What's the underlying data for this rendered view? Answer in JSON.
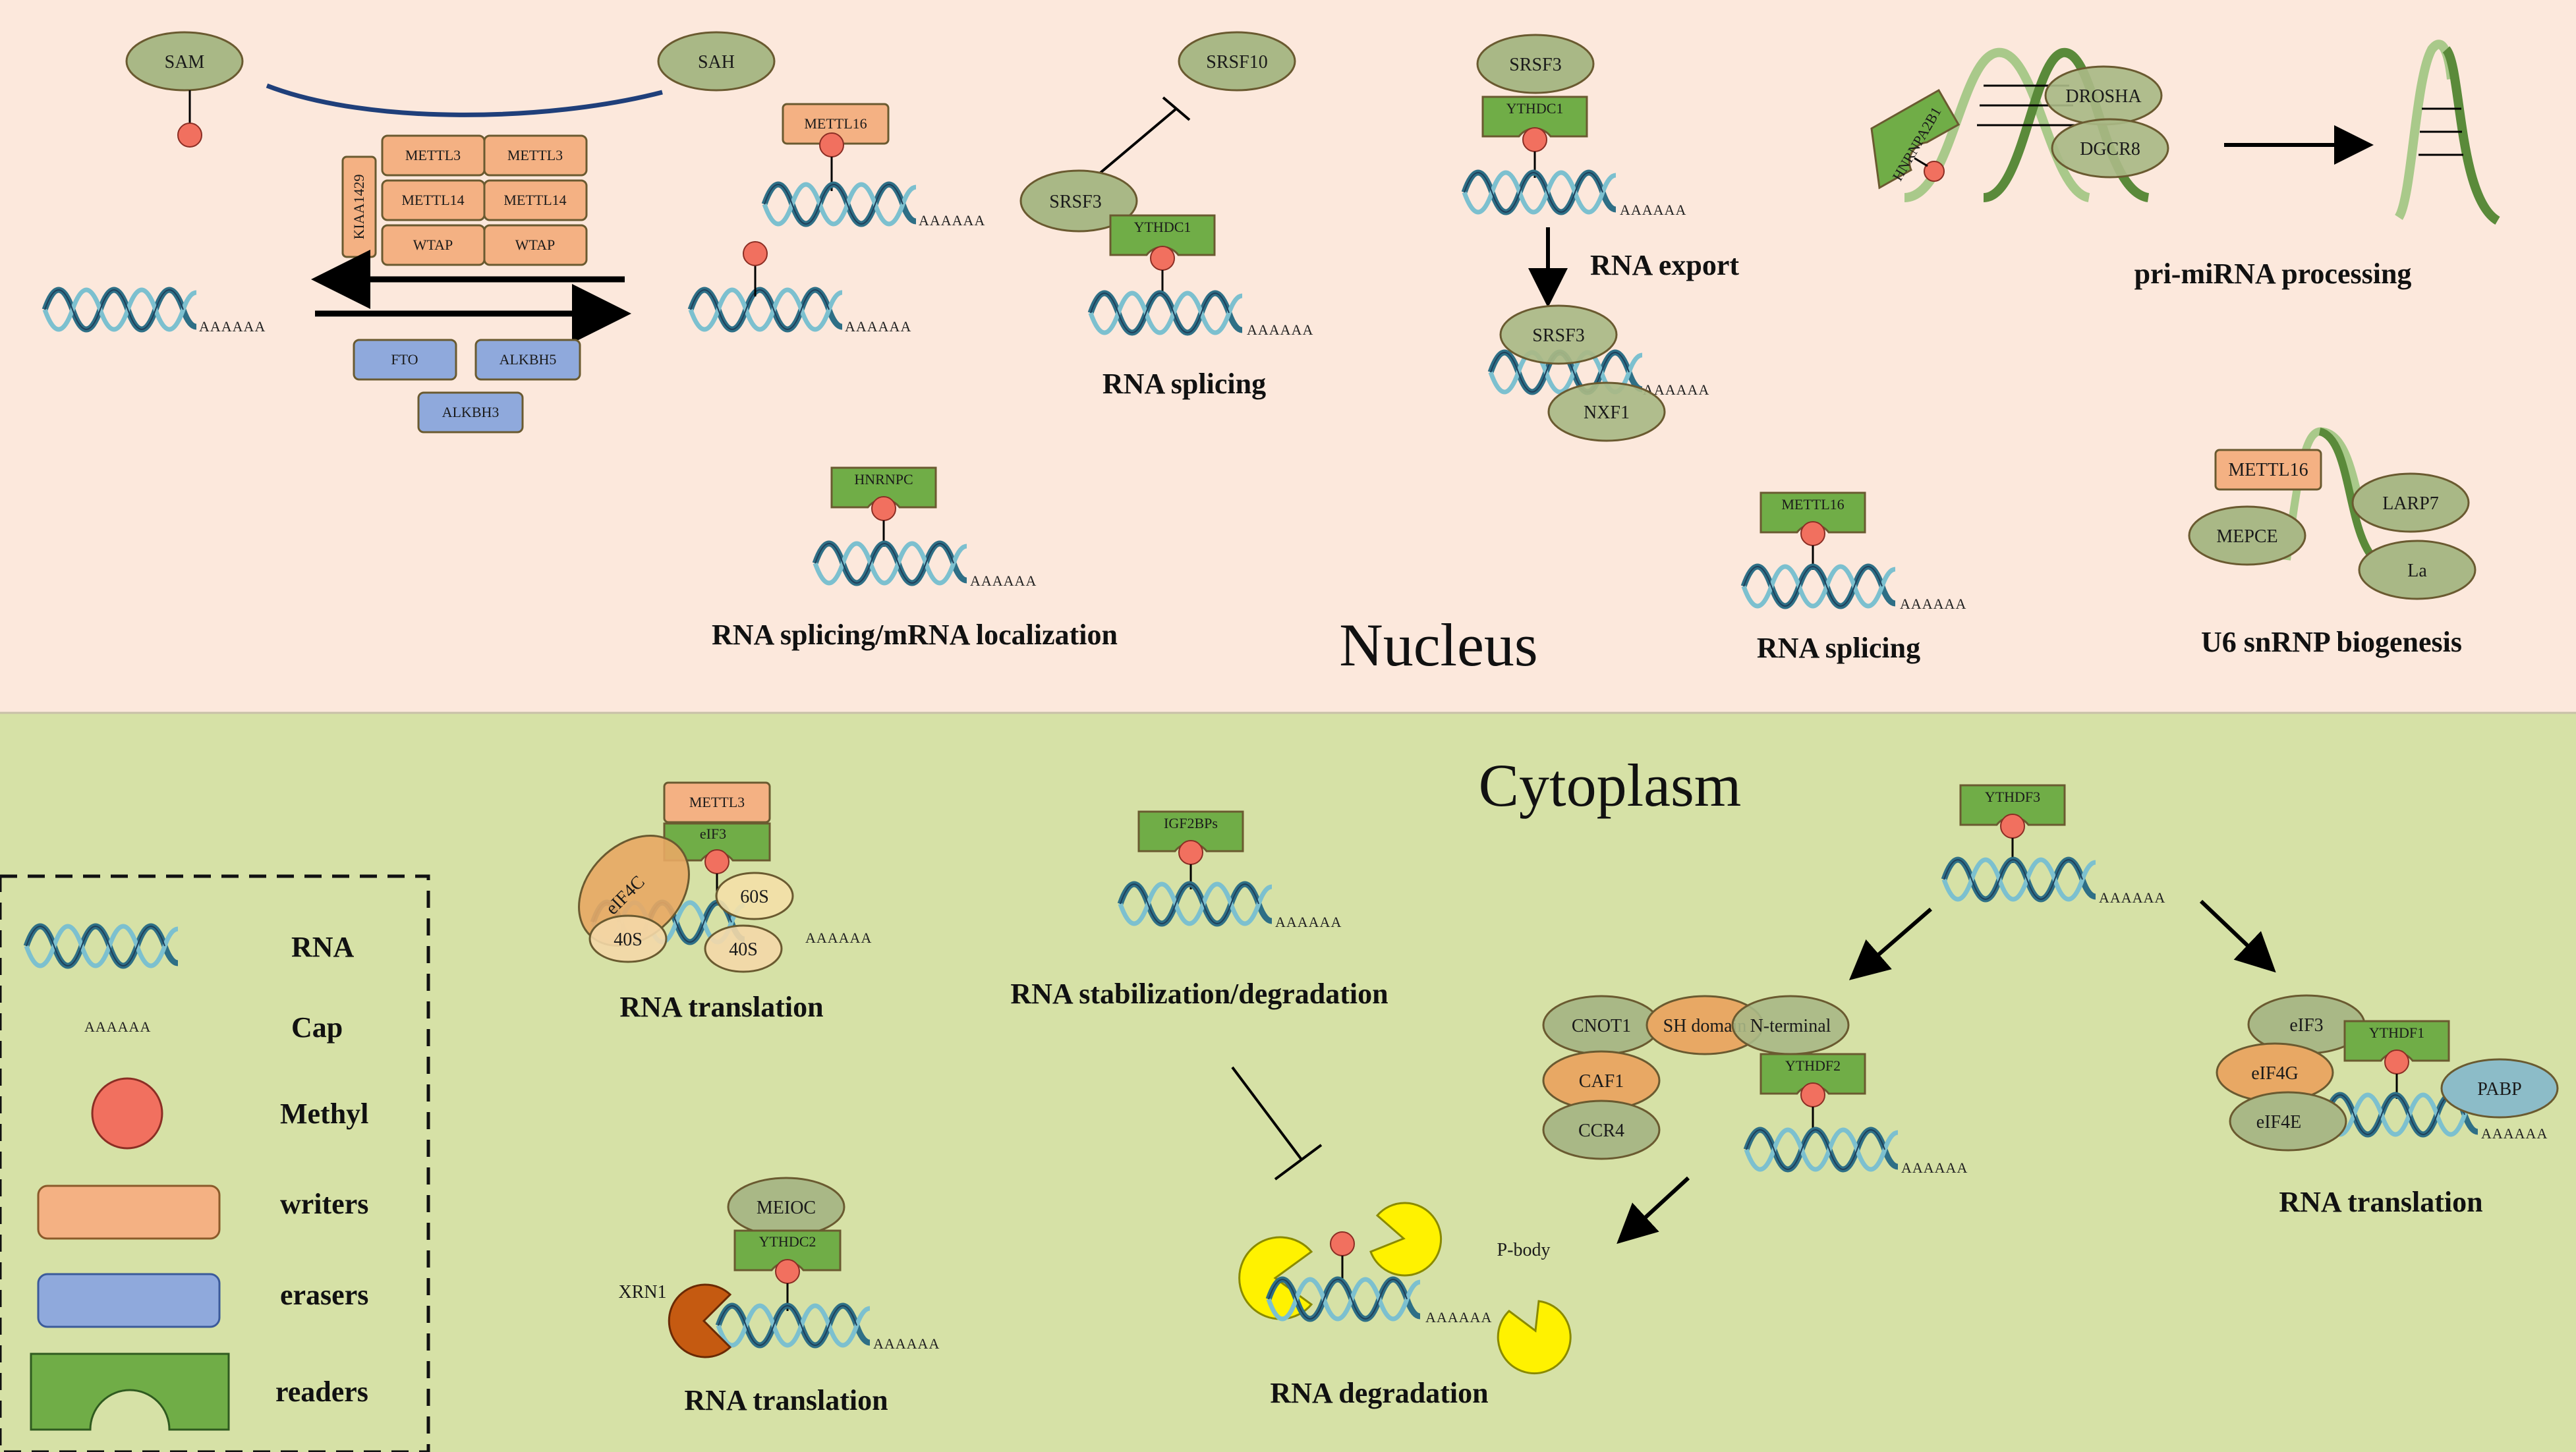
{
  "regions": {
    "nucleus": "Nucleus",
    "cytoplasm": "Cytoplasm"
  },
  "colors": {
    "nucleus_bg": "#fce8dc",
    "cytoplasm_bg": "#d6e1a6",
    "writer": "#f4b183",
    "eraser": "#8fa9dc",
    "reader": "#70ad47",
    "protein": "#a9b886",
    "methyl": "#f1705f",
    "orange_protein": "#e8a864",
    "yellow": "#fff200",
    "pabp": "#8cbcc8",
    "xrn1": "#c55a11",
    "ribosome": "#f4d8a8"
  },
  "cap_text": "AAAAAA",
  "nodes": {
    "sam": "SAM",
    "sah": "SAH",
    "kiaa1429": "KIAA1429",
    "mettl3": "METTL3",
    "mettl14": "METTL14",
    "wtap": "WTAP",
    "fto": "FTO",
    "alkbh5": "ALKBH5",
    "alkbh3": "ALKBH3",
    "mettl16": "METTL16",
    "srsf10": "SRSF10",
    "srsf3": "SRSF3",
    "ythdc1": "YTHDC1",
    "nxf1": "NXF1",
    "hnrnpa2b1": "HNRNPA2B1",
    "drosha": "DROSHA",
    "dgcr8": "DGCR8",
    "hnrnpc": "HNRNPC",
    "larp7": "LARP7",
    "mepce": "MEPCE",
    "la": "La",
    "eif4c": "eIF4C",
    "eif3": "eIF3",
    "s40": "40S",
    "s60": "60S",
    "igf2bps": "IGF2BPs",
    "ythdf3": "YTHDF3",
    "cnot1": "CNOT1",
    "sh_domain": "SH domain",
    "n_terminal": "N-terminal",
    "caf1": "CAF1",
    "ccr4": "CCR4",
    "ythdf2": "YTHDF2",
    "ythdf1": "YTHDF1",
    "eif4g": "eIF4G",
    "eif4e": "eIF4E",
    "pabp": "PABP",
    "meioc": "MEIOC",
    "ythdc2": "YTHDC2",
    "xrn1": "XRN1",
    "p_body": "P-body"
  },
  "captions": {
    "rna_splicing_1": "RNA splicing",
    "rna_export": "RNA export",
    "pri_mirna": "pri-miRNA processing",
    "splicing_localization": "RNA splicing/mRNA localization",
    "rna_splicing_2": "RNA splicing",
    "u6": "U6 snRNP biogenesis",
    "translation_1": "RNA translation",
    "stabilization": "RNA stabilization/degradation",
    "translation_2": "RNA translation",
    "translation_3": "RNA translation",
    "degradation": "RNA degradation"
  },
  "legend": [
    {
      "label": "RNA",
      "kind": "rna"
    },
    {
      "label": "Cap",
      "kind": "cap"
    },
    {
      "label": "Methyl",
      "kind": "methyl"
    },
    {
      "label": "writers",
      "kind": "writer"
    },
    {
      "label": "erasers",
      "kind": "eraser"
    },
    {
      "label": "readers",
      "kind": "reader"
    }
  ]
}
